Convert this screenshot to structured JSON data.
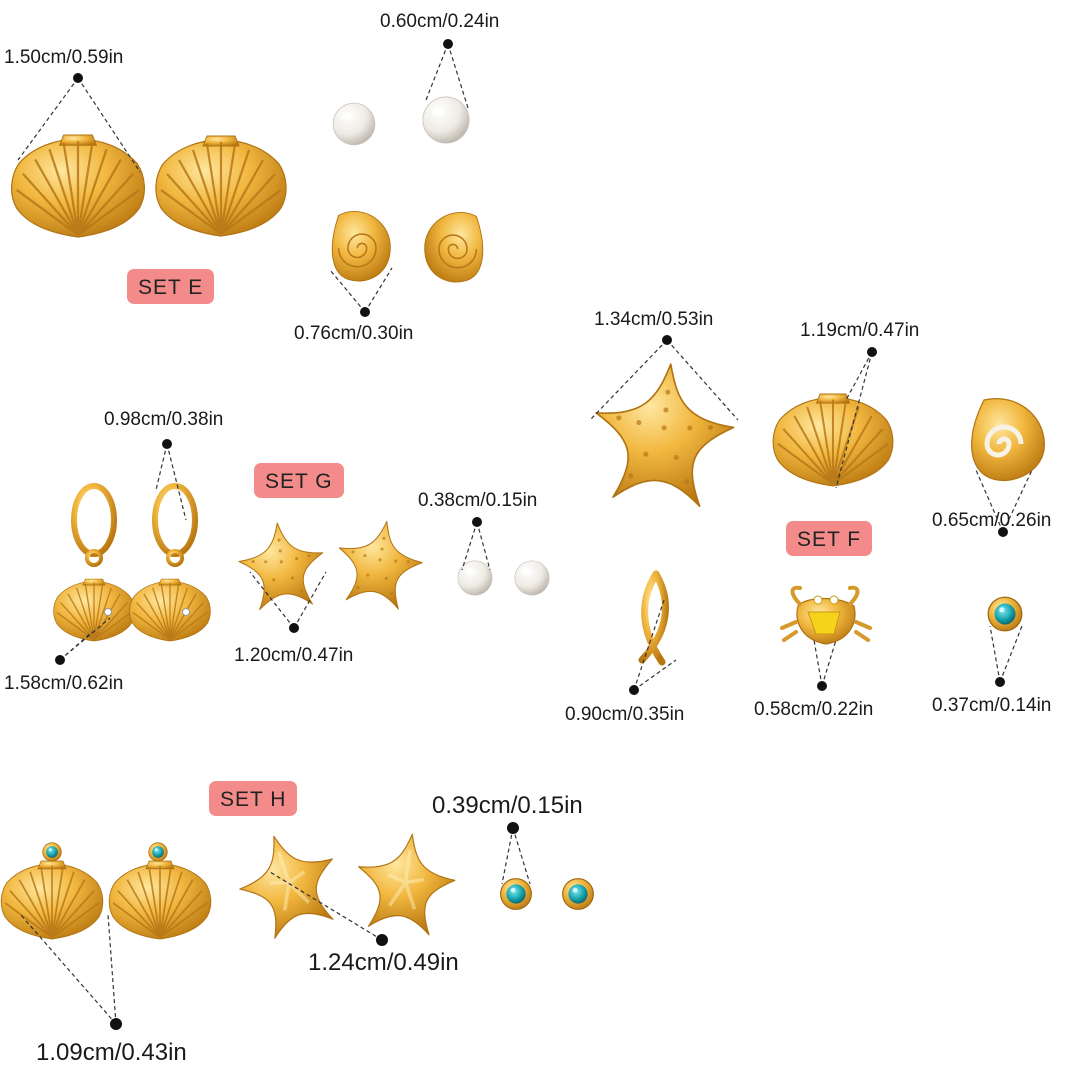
{
  "sets": [
    {
      "label": "SET E",
      "sizes": [
        "1.50cm/0.59in",
        "0.60cm/0.24in",
        "0.76cm/0.30in"
      ]
    },
    {
      "label": "SET F",
      "sizes": [
        "1.34cm/0.53in",
        "1.19cm/0.47in",
        "0.65cm/0.26in",
        "0.90cm/0.35in",
        "0.58cm/0.22in",
        "0.37cm/0.14in"
      ]
    },
    {
      "label": "SET G",
      "sizes": [
        "0.98cm/0.38in",
        "1.58cm/0.62in",
        "1.20cm/0.47in",
        "0.38cm/0.15in"
      ]
    },
    {
      "label": "SET H",
      "sizes": [
        "0.39cm/0.15in",
        "1.24cm/0.49in",
        "1.09cm/0.43in"
      ]
    }
  ],
  "colors": {
    "gold": "#e8a93a",
    "gold_dark": "#b87818",
    "gold_light": "#fcd57a",
    "pearl": "#f2f0ec",
    "turquoise": "#1aa7b0",
    "badge": "#f48b8b",
    "enamel_yellow": "#f5d21c"
  }
}
